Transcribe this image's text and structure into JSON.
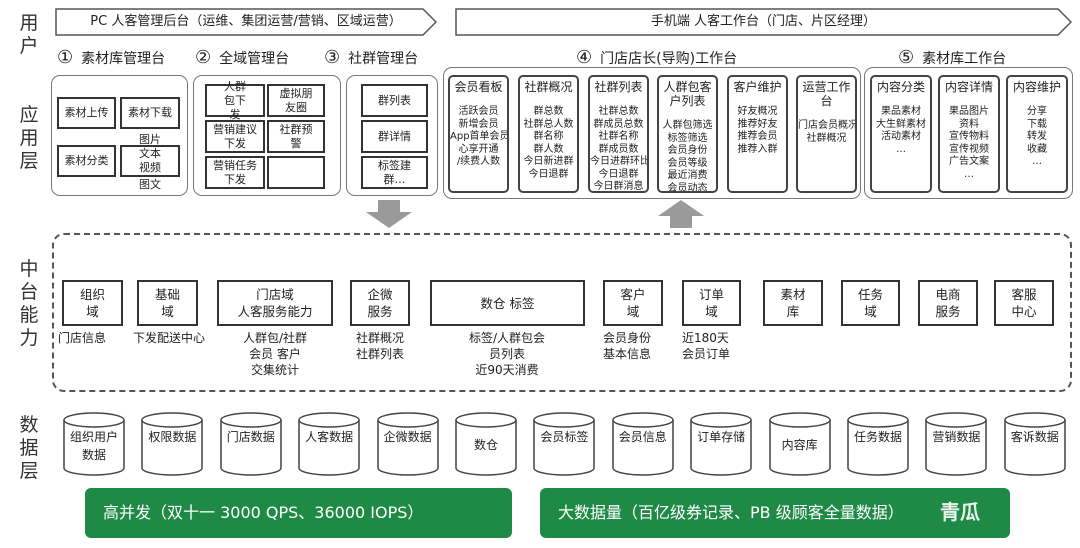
{
  "layers": {
    "user": "用户",
    "app": "应用层",
    "middle": "中台能力",
    "data": "数据层"
  },
  "banners": {
    "pc": "PC  人客管理后台（运维、集团运营/营销、区域运营）",
    "mobile": "手机端    人客工作台（门店、片区经理）"
  },
  "sections": [
    {
      "num": "①",
      "title": "素材库管理台"
    },
    {
      "num": "②",
      "title": "全域管理台"
    },
    {
      "num": "③",
      "title": "社群管理台"
    },
    {
      "num": "④",
      "title": "门店店长(导购)工作台"
    },
    {
      "num": "⑤",
      "title": "素材库工作台"
    }
  ],
  "sec1": {
    "boxes": [
      "素材上传",
      "素材下载",
      "素材分类",
      "文本视频"
    ],
    "extra_top": "图片",
    "extra_bottom": "图文"
  },
  "sec2": {
    "boxes": [
      "人群包下发",
      "虚拟朋友圈",
      "营销建议下发",
      "社群预警",
      "营销任务下发",
      ""
    ]
  },
  "sec3": {
    "boxes": [
      "群列表",
      "群详情",
      "标签建群…"
    ]
  },
  "sec4": {
    "columns": [
      {
        "title": "会员看板",
        "items": [
          "活跃会员",
          "新增会员",
          "App首单会员",
          "心享开通",
          "/续费人数"
        ]
      },
      {
        "title": "社群概况",
        "items": [
          "群总数",
          "社群总人数",
          "群名称",
          "群人数",
          "今日新进群",
          "今日退群"
        ]
      },
      {
        "title": "社群列表",
        "items": [
          "社群总数",
          "群成员总数",
          "社群名称",
          "群成员数",
          "今日进群环比",
          "今日退群",
          "今日群消息"
        ]
      },
      {
        "title": "人群包客户列表",
        "items": [
          "人群包筛选",
          "标签筛选",
          "会员身份",
          "会员等级",
          "最近消费",
          "会员动态"
        ]
      },
      {
        "title": "客户维护",
        "items": [
          "好友概况",
          "推荐好友",
          "推荐会员",
          "推荐入群"
        ]
      },
      {
        "title": "运营工作台",
        "items": [
          "门店会员概况",
          "社群概况"
        ]
      }
    ]
  },
  "sec5": {
    "columns": [
      {
        "title": "内容分类",
        "items": [
          "果品素材",
          "大生鲜素材",
          "活动素材",
          "…"
        ]
      },
      {
        "title": "内容详情",
        "items": [
          "果品图片",
          "资料",
          "宣传物料",
          "宣传视频",
          "广告文案",
          "…"
        ]
      },
      {
        "title": "内容维护",
        "items": [
          "分享",
          "下载",
          "转发",
          "收藏",
          "…"
        ]
      }
    ]
  },
  "capabilities": [
    {
      "name": "组织域",
      "sub": "门店信息"
    },
    {
      "name": "基础域",
      "sub": "下发配送中心"
    },
    {
      "name": "门店域 人客服务能力",
      "sub": "人群包/社群 会员 客户 交集统计"
    },
    {
      "name": "企微服务",
      "sub": "社群概况 社群列表"
    },
    {
      "name": "数仓 标签",
      "sub": "标签/人群包会 员列表 近90天消费"
    },
    {
      "name": "客户域",
      "sub": "会员身份 基本信息"
    },
    {
      "name": "订单域",
      "sub": "近180天 会员订单"
    },
    {
      "name": "素材库",
      "sub": ""
    },
    {
      "name": "任务域",
      "sub": ""
    },
    {
      "name": "电商服务",
      "sub": ""
    },
    {
      "name": "客服中心",
      "sub": ""
    }
  ],
  "databases": [
    "组织用户数据",
    "权限数据",
    "门店数据",
    "人客数据",
    "企微数据",
    "数仓",
    "会员标签",
    "会员信息",
    "订单存储",
    "内容库",
    "任务数据",
    "营销数据",
    "客诉数据"
  ],
  "bottom": {
    "left": "高并发（双十一 3000 QPS、36000 IOPS）",
    "right": "大数据量（百亿级券记录、PB 级顾客全量数据）",
    "watermark": "青瓜"
  }
}
